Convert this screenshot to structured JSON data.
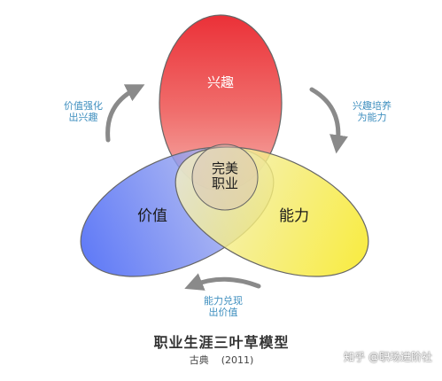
{
  "diagram": {
    "circles": {
      "interest": {
        "label": "兴趣",
        "color_top": "#e8141c",
        "color_bottom": "#f5a6a0"
      },
      "value": {
        "label": "价值",
        "color_left": "#3e5ef5",
        "color_right": "#dcdcf2"
      },
      "ability": {
        "label": "能力",
        "color_right": "#f7e81c",
        "color_left": "#f3efc6"
      }
    },
    "center_label": {
      "line1": "完美",
      "line2": "职业"
    },
    "arrow_notes": {
      "value_to_interest": {
        "line1": "价值强化",
        "line2": "出兴趣"
      },
      "interest_to_ability": {
        "line1": "兴趣培养",
        "line2": "为能力"
      },
      "ability_to_value": {
        "line1": "能力兑现",
        "line2": "出价值"
      }
    },
    "arrow_color": "#8a8a8a",
    "note_color": "#3f8fbf"
  },
  "caption": {
    "title": "职业生涯三叶草模型",
    "subtitle": "古典    (2011)"
  },
  "watermark": {
    "text": "知乎 @职场进阶社"
  }
}
